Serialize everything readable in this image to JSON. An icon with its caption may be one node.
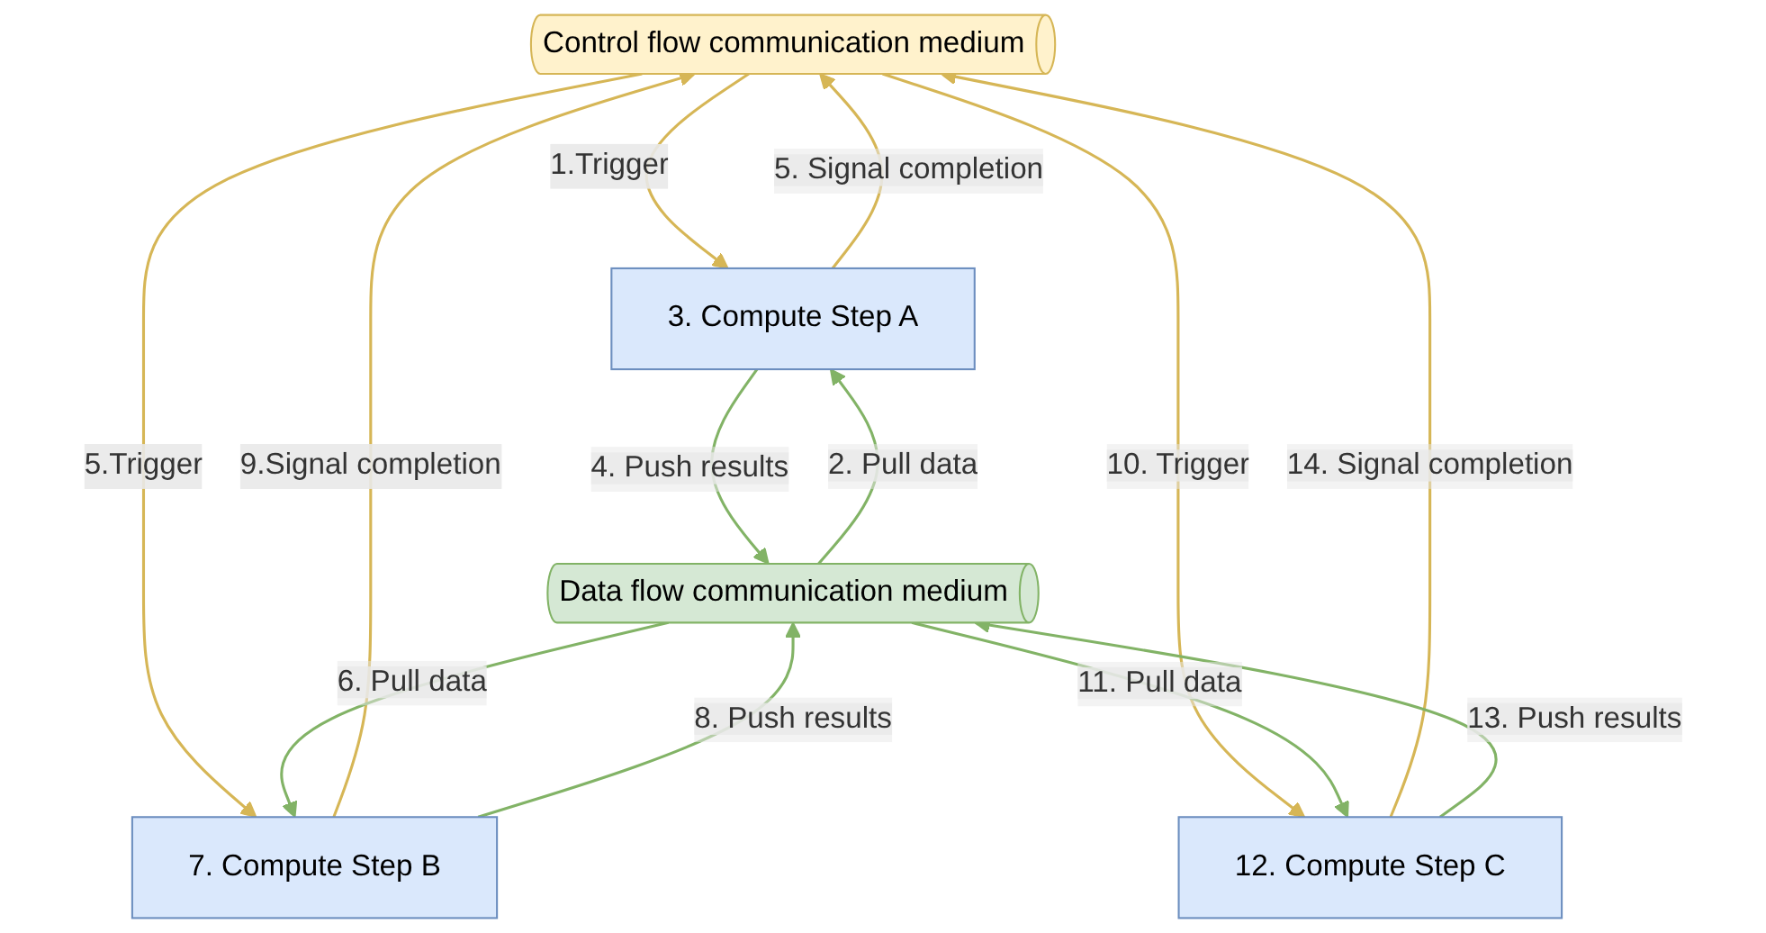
{
  "diagram": {
    "nodes": [
      {
        "text": [
          "Control flow communication medium"
        ]
      },
      {
        "text": [
          "3. Compute Step A"
        ]
      },
      {
        "text": [
          "7. Compute Step B"
        ]
      },
      {
        "text": [
          "12. Compute Step C"
        ]
      },
      {
        "text": [
          "Data flow communication medium"
        ]
      }
    ],
    "edges": [
      {
        "from": 0,
        "to": 1,
        "arrow": "to",
        "label": "1.Trigger",
        "color": "#d6b656"
      },
      {
        "from": 1,
        "to": 0,
        "arrow": "to",
        "label": "5. Signal completion",
        "color": "#d6b656"
      },
      {
        "from": 4,
        "to": 1,
        "arrow": "to",
        "label": "2. Pull data",
        "color": "#82b366"
      },
      {
        "from": 1,
        "to": 4,
        "arrow": "to",
        "label": "4. Push results",
        "color": "#82b366"
      },
      {
        "from": 0,
        "to": 2,
        "arrow": "to",
        "label": "5.Trigger",
        "color": "#d6b656"
      },
      {
        "from": 2,
        "to": 0,
        "arrow": "to",
        "label": "9.Signal completion",
        "color": "#d6b656"
      },
      {
        "from": 4,
        "to": 2,
        "arrow": "to",
        "label": "6. Pull data",
        "color": "#82b366"
      },
      {
        "from": 2,
        "to": 4,
        "arrow": "to",
        "label": "8. Push results",
        "color": "#82b366"
      },
      {
        "from": 0,
        "to": 3,
        "arrow": "to",
        "label": "10. Trigger",
        "color": "#d6b656"
      },
      {
        "from": 3,
        "to": 0,
        "arrow": "to",
        "label": "14. Signal completion",
        "color": "#d6b656"
      },
      {
        "from": 4,
        "to": 3,
        "arrow": "to",
        "label": "11. Pull data",
        "color": "#82b366"
      },
      {
        "from": 3,
        "to": 4,
        "arrow": "to",
        "label": "13. Push results",
        "color": "#82b366"
      }
    ]
  }
}
